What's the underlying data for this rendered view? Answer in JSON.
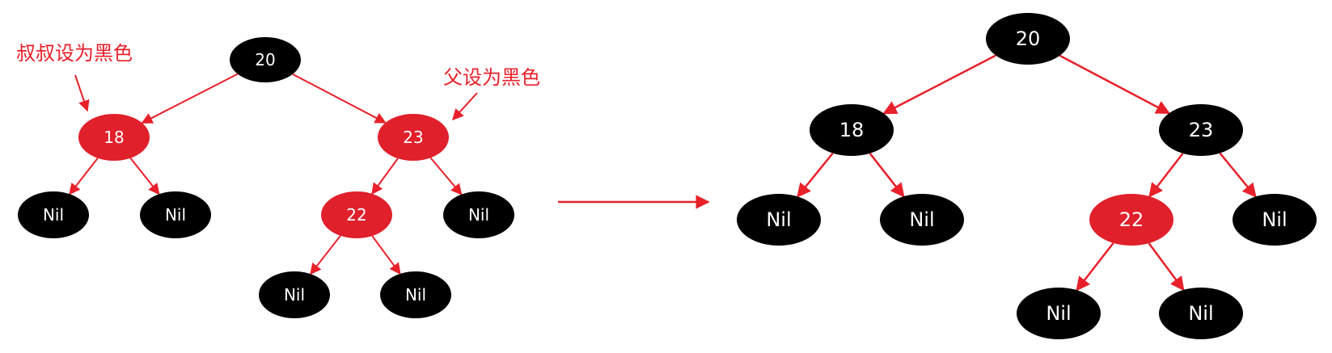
{
  "colors": {
    "red": "#e0202b",
    "black": "#000000",
    "arrow": "#e8202a",
    "text_on_node": "#ffffff"
  },
  "annotations": {
    "uncle_note": "叔叔设为黑色",
    "parent_note": "父设为黑色"
  },
  "before": {
    "nodes": [
      {
        "id": "n20",
        "label": "20",
        "color": "black"
      },
      {
        "id": "n18",
        "label": "18",
        "color": "red"
      },
      {
        "id": "n23",
        "label": "23",
        "color": "red"
      },
      {
        "id": "nil1",
        "label": "Nil",
        "color": "black"
      },
      {
        "id": "nil2",
        "label": "Nil",
        "color": "black"
      },
      {
        "id": "n22",
        "label": "22",
        "color": "red"
      },
      {
        "id": "nil3",
        "label": "Nil",
        "color": "black"
      },
      {
        "id": "nil4",
        "label": "Nil",
        "color": "black"
      },
      {
        "id": "nil5",
        "label": "Nil",
        "color": "black"
      }
    ],
    "edges": [
      [
        "n20",
        "n18"
      ],
      [
        "n20",
        "n23"
      ],
      [
        "n18",
        "nil1"
      ],
      [
        "n18",
        "nil2"
      ],
      [
        "n23",
        "n22"
      ],
      [
        "n23",
        "nil3"
      ],
      [
        "n22",
        "nil4"
      ],
      [
        "n22",
        "nil5"
      ]
    ]
  },
  "after": {
    "nodes": [
      {
        "id": "m20",
        "label": "20",
        "color": "black"
      },
      {
        "id": "m18",
        "label": "18",
        "color": "black"
      },
      {
        "id": "m23",
        "label": "23",
        "color": "black"
      },
      {
        "id": "mnil1",
        "label": "Nil",
        "color": "black"
      },
      {
        "id": "mnil2",
        "label": "Nil",
        "color": "black"
      },
      {
        "id": "m22",
        "label": "22",
        "color": "red"
      },
      {
        "id": "mnil3",
        "label": "Nil",
        "color": "black"
      },
      {
        "id": "mnil4",
        "label": "Nil",
        "color": "black"
      },
      {
        "id": "mnil5",
        "label": "Nil",
        "color": "black"
      }
    ],
    "edges": [
      [
        "m20",
        "m18"
      ],
      [
        "m20",
        "m23"
      ],
      [
        "m18",
        "mnil1"
      ],
      [
        "m18",
        "mnil2"
      ],
      [
        "m23",
        "m22"
      ],
      [
        "m23",
        "mnil3"
      ],
      [
        "m22",
        "mnil4"
      ],
      [
        "m22",
        "mnil5"
      ]
    ]
  }
}
